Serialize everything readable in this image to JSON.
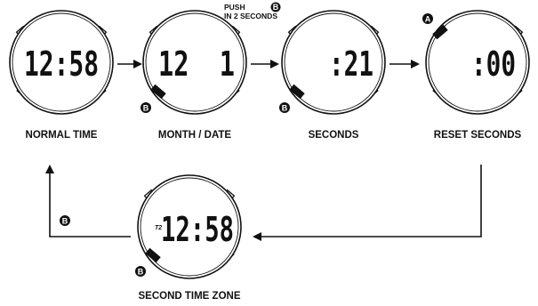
{
  "instruction": {
    "line1": "PUSH",
    "line1_button": "B",
    "line2": "IN 2 SECONDS"
  },
  "watches": [
    {
      "id": "normal-time",
      "label": "NORMAL TIME",
      "display": "12:58"
    },
    {
      "id": "month-date",
      "label": "MONTH / DATE",
      "display": "12  1",
      "button": "B"
    },
    {
      "id": "seconds",
      "label": "SECONDS",
      "display": ":21",
      "button": "B"
    },
    {
      "id": "reset-seconds",
      "label": "RESET SECONDS",
      "display": ":00",
      "button": "A"
    },
    {
      "id": "second-time-zone",
      "label": "SECOND TIME ZONE",
      "display": "12:58",
      "indicator": "T2",
      "button": "B"
    }
  ],
  "return_arrow_button": "B"
}
